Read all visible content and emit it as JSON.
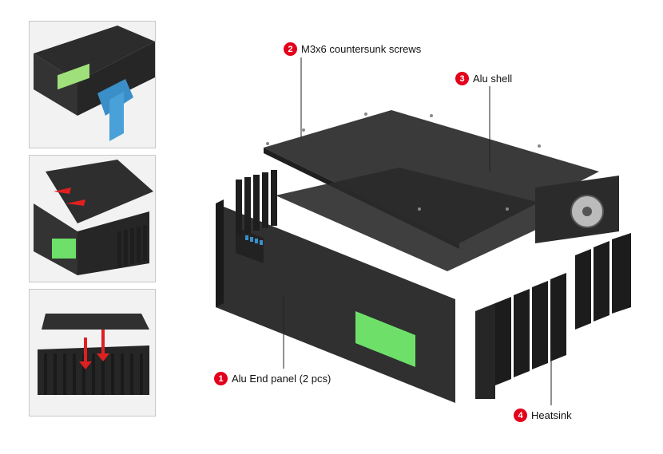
{
  "callouts": [
    {
      "number": "2",
      "label": "M3x6 countersunk screws"
    },
    {
      "number": "3",
      "label": "Alu shell"
    },
    {
      "number": "1",
      "label": "Alu End panel (2 pcs)"
    },
    {
      "number": "4",
      "label": "Heatsink"
    }
  ],
  "colors": {
    "badge": "#e3001b",
    "metal_dark": "#2a2a2a",
    "metal_mid": "#3d3d3d",
    "display_green": "#6ee06a",
    "side_blue": "#3a8fc8",
    "arrow_red": "#e02020"
  },
  "thumbnails": [
    {
      "name": "assembled-view"
    },
    {
      "name": "slide-shell-view"
    },
    {
      "name": "insert-panel-view"
    }
  ]
}
